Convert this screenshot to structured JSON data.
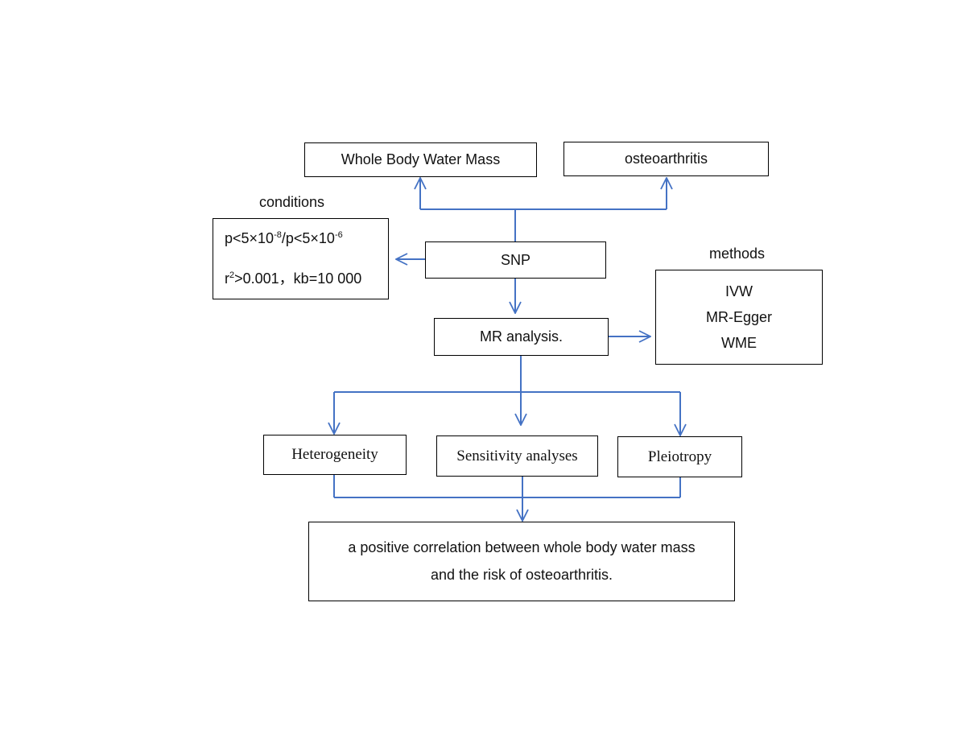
{
  "nodes": {
    "exposure": "Whole Body Water Mass",
    "outcome": "osteoarthritis",
    "snp": "SNP",
    "mr": "MR analysis.",
    "heterogeneity": "Heterogeneity",
    "sensitivity": "Sensitivity analyses",
    "pleiotropy": "Pleiotropy"
  },
  "conditions": {
    "title": "conditions",
    "p_prefix": "p<5×10",
    "p_exp1": "-8",
    "p_mid": "/p<5×10",
    "p_exp2": "-6",
    "r_prefix": "r",
    "r_exp": "2",
    "r_suffix": ">0.001，kb=10 000"
  },
  "methods": {
    "title": "methods",
    "items": [
      "IVW",
      "MR-Egger",
      "WME"
    ]
  },
  "result": {
    "line1": "a positive correlation between whole body water mass",
    "line2": "and the risk of osteoarthritis."
  },
  "colors": {
    "arrow": "#4472C4",
    "border": "#000000"
  }
}
